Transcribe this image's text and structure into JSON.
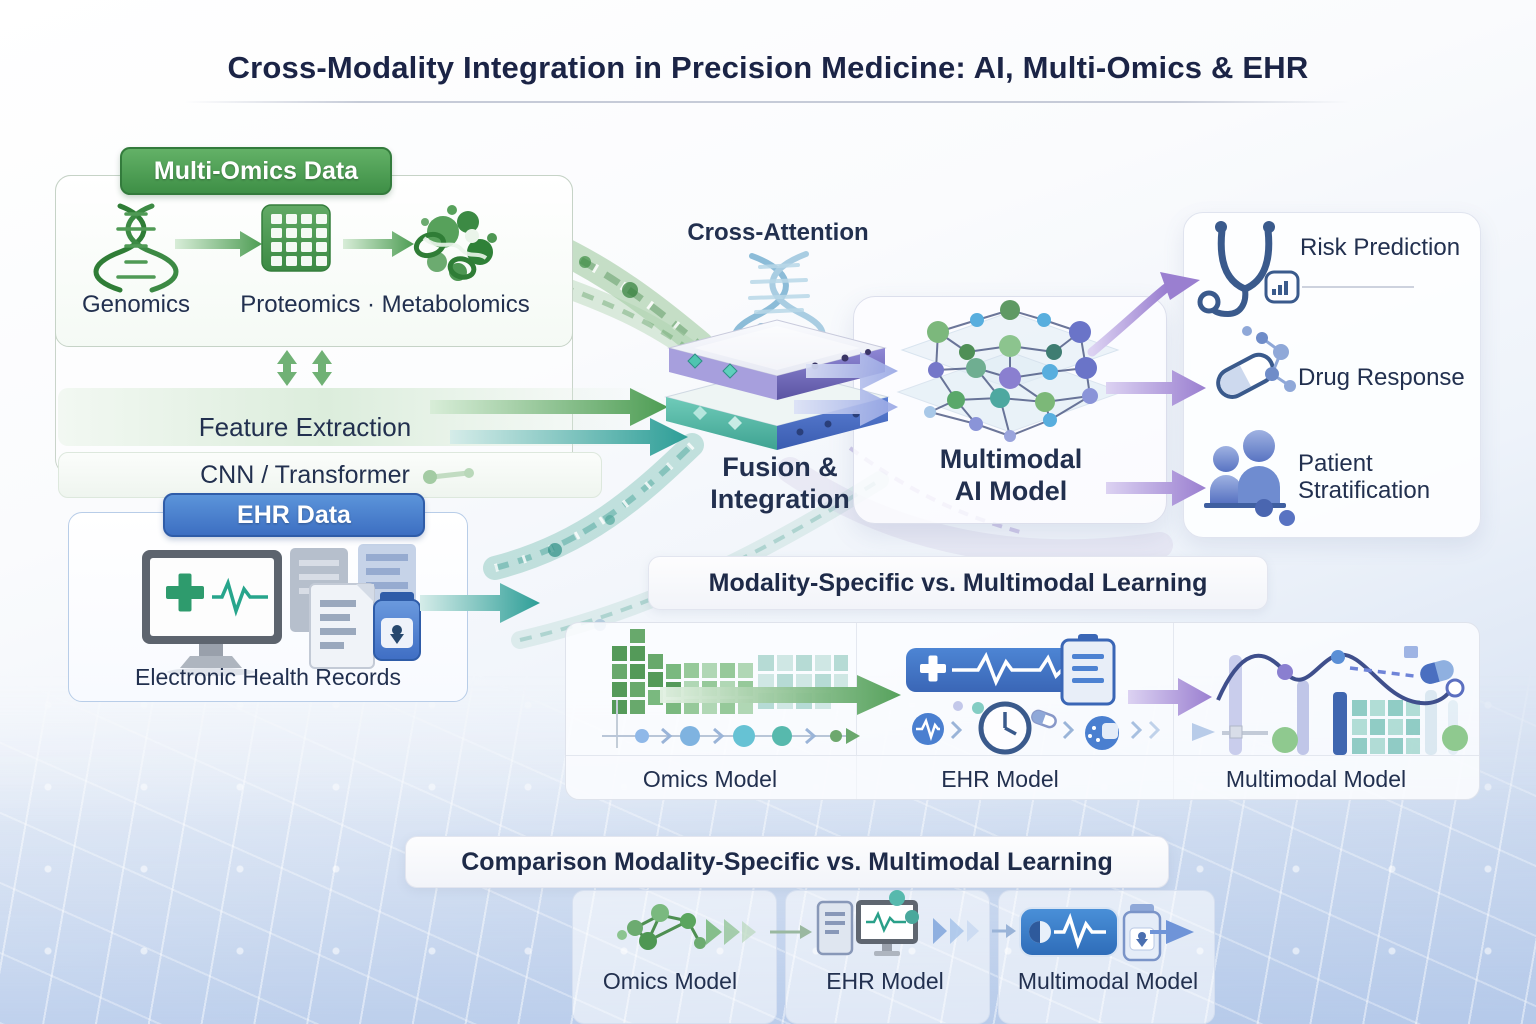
{
  "title": "Cross-Modality Integration in Precision Medicine: AI, Multi-Omics & EHR",
  "multi_omics": {
    "badge": "Multi-Omics Data",
    "genomics_label": "Genomics",
    "proteomics_metabolomics_label": "Proteomics · Metabolomics",
    "feature_extraction_label": "Feature Extraction",
    "cnn_transformer_label": "CNN / Transformer"
  },
  "ehr": {
    "badge": "EHR Data",
    "label": "Electronic Health Records"
  },
  "fusion": {
    "cross_attention_label": "Cross-Attention",
    "label_line1": "Fusion &",
    "label_line2": "Integration"
  },
  "ai_model": {
    "label_line1": "Multimodal",
    "label_line2": "AI Model"
  },
  "outputs": {
    "risk_prediction": "Risk Prediction",
    "drug_response": "Drug Response",
    "patient_line1": "Patient",
    "patient_line2": "Stratification"
  },
  "modality_section": {
    "title": "Modality-Specific vs. Multimodal Learning",
    "omics_label": "Omics Model",
    "ehr_label": "EHR Model",
    "multimodal_label": "Multimodal Model"
  },
  "comparison_section": {
    "title": "Comparison Modality-Specific vs. Multimodal Learning",
    "omics_label": "Omics Model",
    "ehr_label": "EHR Model",
    "multimodal_label": "Multimodal Model"
  },
  "colors": {
    "green_badge": "#4a9a52",
    "blue_badge": "#4479c9",
    "accent_green": "#4e9d54",
    "accent_teal": "#2d9e97",
    "accent_blue": "#5b8fd6",
    "accent_purple": "#9a7fd0",
    "text_dark": "#22304f"
  }
}
